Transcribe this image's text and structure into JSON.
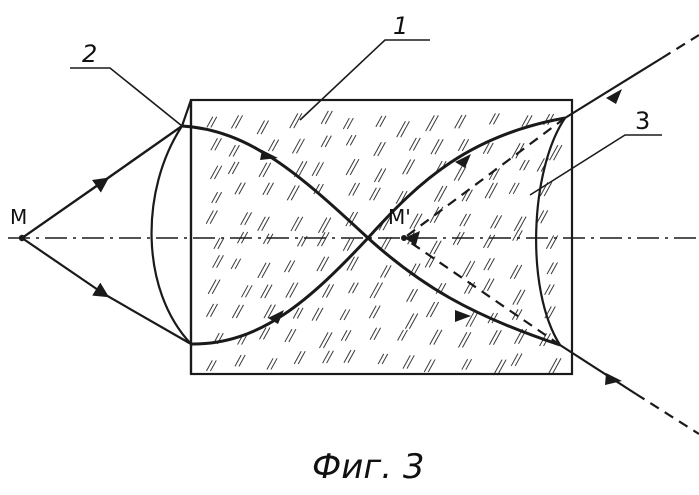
{
  "labels": {
    "prism": "1",
    "lens_front": "2",
    "lens_back": "3",
    "point_source": "M",
    "point_image": "M'"
  },
  "caption": "Фиг. 3",
  "colors": {
    "ink": "#1a1a1a",
    "background": "#ffffff"
  }
}
